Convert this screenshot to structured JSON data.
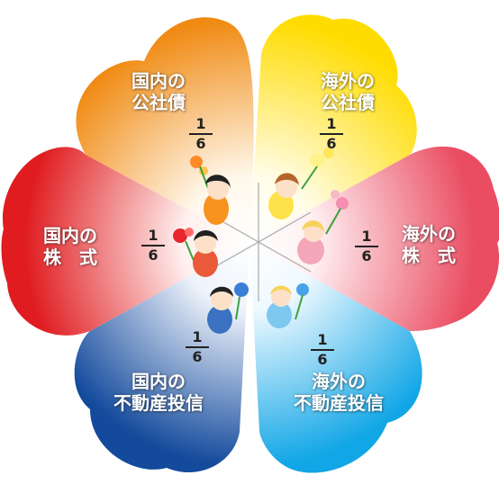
{
  "petals": [
    {
      "id": "domestic-bonds",
      "line1": "国内の",
      "line2": "公社債",
      "fraction": {
        "numerator": "1",
        "denominator": "6"
      },
      "color": "#f29a1e"
    },
    {
      "id": "foreign-bonds",
      "line1": "海外の",
      "line2": "公社債",
      "fraction": {
        "numerator": "1",
        "denominator": "6"
      },
      "color": "#ffe100"
    },
    {
      "id": "foreign-stocks",
      "line1": "海外の",
      "line2": "株　式",
      "fraction": {
        "numerator": "1",
        "denominator": "6"
      },
      "color": "#ef6b7e"
    },
    {
      "id": "foreign-reit",
      "line1": "海外の",
      "line2": "不動産投信",
      "fraction": {
        "numerator": "1",
        "denominator": "6"
      },
      "color": "#29b5ea"
    },
    {
      "id": "domestic-reit",
      "line1": "国内の",
      "line2": "不動産投信",
      "fraction": {
        "numerator": "1",
        "denominator": "6"
      },
      "color": "#1c5aa8"
    },
    {
      "id": "domestic-stocks",
      "line1": "国内の",
      "line2": "株　式",
      "fraction": {
        "numerator": "1",
        "denominator": "6"
      },
      "color": "#e8262d"
    }
  ]
}
